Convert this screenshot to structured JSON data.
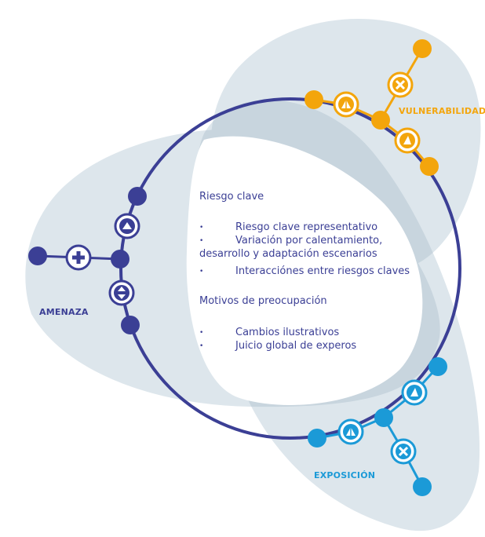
{
  "labels": {
    "amenaza": "AMENAZA",
    "vulnerabilidad": "VULNERABILIDAD",
    "exposicion": "EXPOSICIÓN"
  },
  "section1": {
    "heading": "Riesgo clave",
    "items": [
      "Riesgo clave representativo",
      "Variación por calentamiento,",
      "desarrollo y adaptación escenarios",
      "Interacciónes entre riesgos claves"
    ]
  },
  "section2": {
    "heading": "Motivos de preocupación",
    "items": [
      "Cambios ilustrativos",
      "Juicio global de experos"
    ]
  },
  "bullet": "•",
  "colors": {
    "navy": "#3b3f95",
    "orange": "#f3a50c",
    "blue": "#1b9ad7",
    "lobe": "#dde6ec",
    "lobe_overlap": "#c8d5de"
  },
  "icons": {
    "amenaza": [
      "up-triangle-icon",
      "plus-icon",
      "up-down-icon"
    ],
    "vulnerabilidad": [
      "triangle-split-icon",
      "cross-icon",
      "triangle-icon"
    ],
    "exposicion": [
      "triangle-split-icon",
      "triangle-icon",
      "cross-icon"
    ]
  }
}
